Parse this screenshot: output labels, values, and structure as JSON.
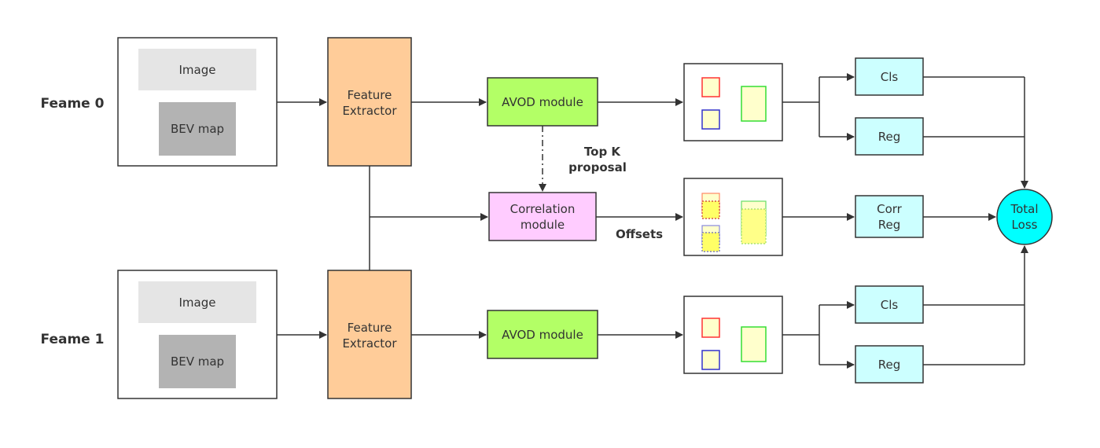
{
  "frames": [
    {
      "label": "Feame 0",
      "image_label": "Image",
      "bev_label": "BEV map",
      "extractor_label": [
        "Feature",
        "Extractor"
      ],
      "avod_label": "AVOD module",
      "cls_label": "Cls",
      "reg_label": "Reg"
    },
    {
      "label": "Feame 1",
      "image_label": "Image",
      "bev_label": "BEV map",
      "extractor_label": [
        "Feature",
        "Extractor"
      ],
      "avod_label": "AVOD module",
      "cls_label": "Cls",
      "reg_label": "Reg"
    }
  ],
  "correlation": {
    "label": [
      "Correlation",
      "module"
    ],
    "topk_label": [
      "Top K",
      "proposal"
    ],
    "offsets_label": "Offsets",
    "corr_reg_label": [
      "Corr",
      "Reg"
    ]
  },
  "total_loss": {
    "label": [
      "Total",
      "Loss"
    ]
  },
  "colors": {
    "image_box": "#e5e5e5",
    "bev_box": "#b3b3b3",
    "extractor": "#ffcc99",
    "avod": "#b3ff66",
    "correlation": "#ffccff",
    "head_box": "#ccffff",
    "total_loss": "#00ffff",
    "proposal_red": "#ff3333",
    "proposal_blue": "#3333cc",
    "proposal_green": "#33dd33",
    "proposal_fill": "#ffffcc",
    "offset_fill": "#ffff66"
  }
}
